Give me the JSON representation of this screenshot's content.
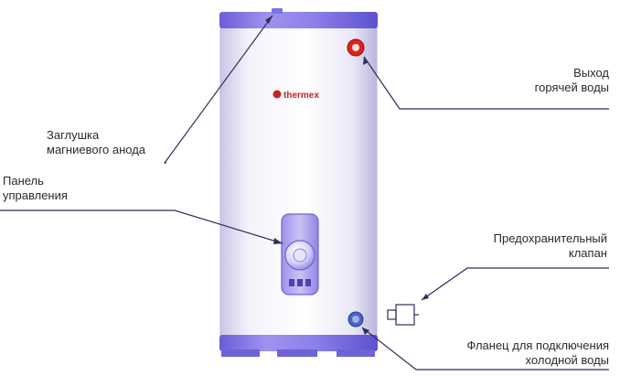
{
  "brand": {
    "logo_text": "thermex"
  },
  "labels": {
    "hot_outlet": {
      "line1": "Выход",
      "line2": "горячей воды"
    },
    "anode_plug": {
      "line1": "Заглушка",
      "line2": "магниевого анода"
    },
    "control_panel": {
      "line1": "Панель",
      "line2": "управления"
    },
    "safety_valve": {
      "line1": "Предохранительный",
      "line2": "клапан"
    },
    "cold_flange": {
      "line1": "Фланец для подключения",
      "line2": "холодной воды"
    }
  },
  "colors": {
    "body": "#f1eff8",
    "accent": "#7b6ee3",
    "accent_dark": "#5a4dc8",
    "hot": "#d9251d",
    "cold": "#4a63c9",
    "line": "#2c2f5c"
  }
}
